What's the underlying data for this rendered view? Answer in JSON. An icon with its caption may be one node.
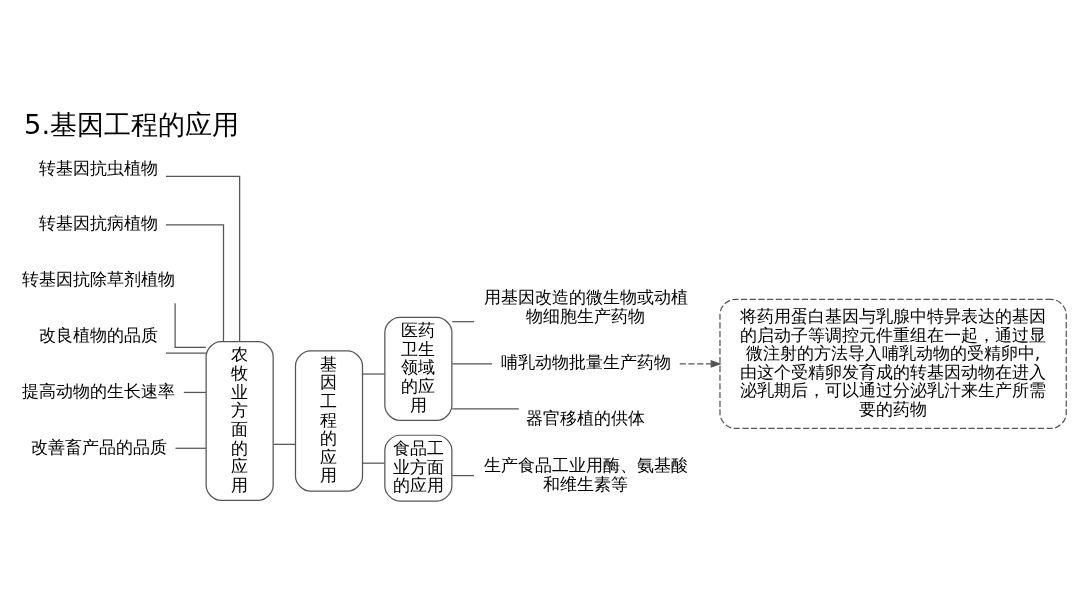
{
  "diagram": {
    "title": "5.基因工程的应用",
    "nodes": [
      {
        "text": [
          "基因工程的应用"
        ]
      },
      {
        "text": [
          "农牧业方面的应用"
        ]
      },
      {
        "text": [
          "转基因抗虫植物"
        ]
      },
      {
        "text": [
          "转基因抗病植物"
        ]
      },
      {
        "text": [
          "转基因抗除草剂植物"
        ]
      },
      {
        "text": [
          "改良植物的品质"
        ]
      },
      {
        "text": [
          "提高动物的生长速率"
        ]
      },
      {
        "text": [
          "改善畜产品的品质"
        ]
      },
      {
        "text": [
          "医药卫生领域的应用"
        ]
      },
      {
        "text": [
          "用基因改造的微生物或动植物细胞生产药物"
        ]
      },
      {
        "text": [
          "哺乳动物批量生产药物"
        ]
      },
      {
        "text": [
          "器官移植的供体"
        ]
      },
      {
        "text": [
          "食品工业方面的应用"
        ]
      },
      {
        "text": [
          "生产食品工业用酶、氨基酸和维生素等"
        ]
      },
      {
        "text": [
          "将药用蛋白基因与乳腺中特异表达的基因的启动子等调控元件重组在一起，通过显微注射的方法导入哺乳动物的受精卵中,由这个受精卵发育成的转基因动物在进入泌乳期后，可以通过分泌乳汁来生产所需要的药物"
        ]
      }
    ],
    "edges": [
      {
        "from": 0,
        "to": 1,
        "arrow": "none"
      },
      {
        "from": 1,
        "to": 2,
        "arrow": "none"
      },
      {
        "from": 1,
        "to": 3,
        "arrow": "none"
      },
      {
        "from": 1,
        "to": 4,
        "arrow": "none"
      },
      {
        "from": 1,
        "to": 5,
        "arrow": "none"
      },
      {
        "from": 1,
        "to": 6,
        "arrow": "none"
      },
      {
        "from": 1,
        "to": 7,
        "arrow": "none"
      },
      {
        "from": 0,
        "to": 8,
        "arrow": "none"
      },
      {
        "from": 0,
        "to": 12,
        "arrow": "none"
      },
      {
        "from": 8,
        "to": 9,
        "arrow": "none"
      },
      {
        "from": 8,
        "to": 10,
        "arrow": "none"
      },
      {
        "from": 8,
        "to": 11,
        "arrow": "none"
      },
      {
        "from": 12,
        "to": 13,
        "arrow": "none"
      },
      {
        "from": 10,
        "to": 14,
        "arrow": "to",
        "style": "dashed"
      }
    ]
  }
}
